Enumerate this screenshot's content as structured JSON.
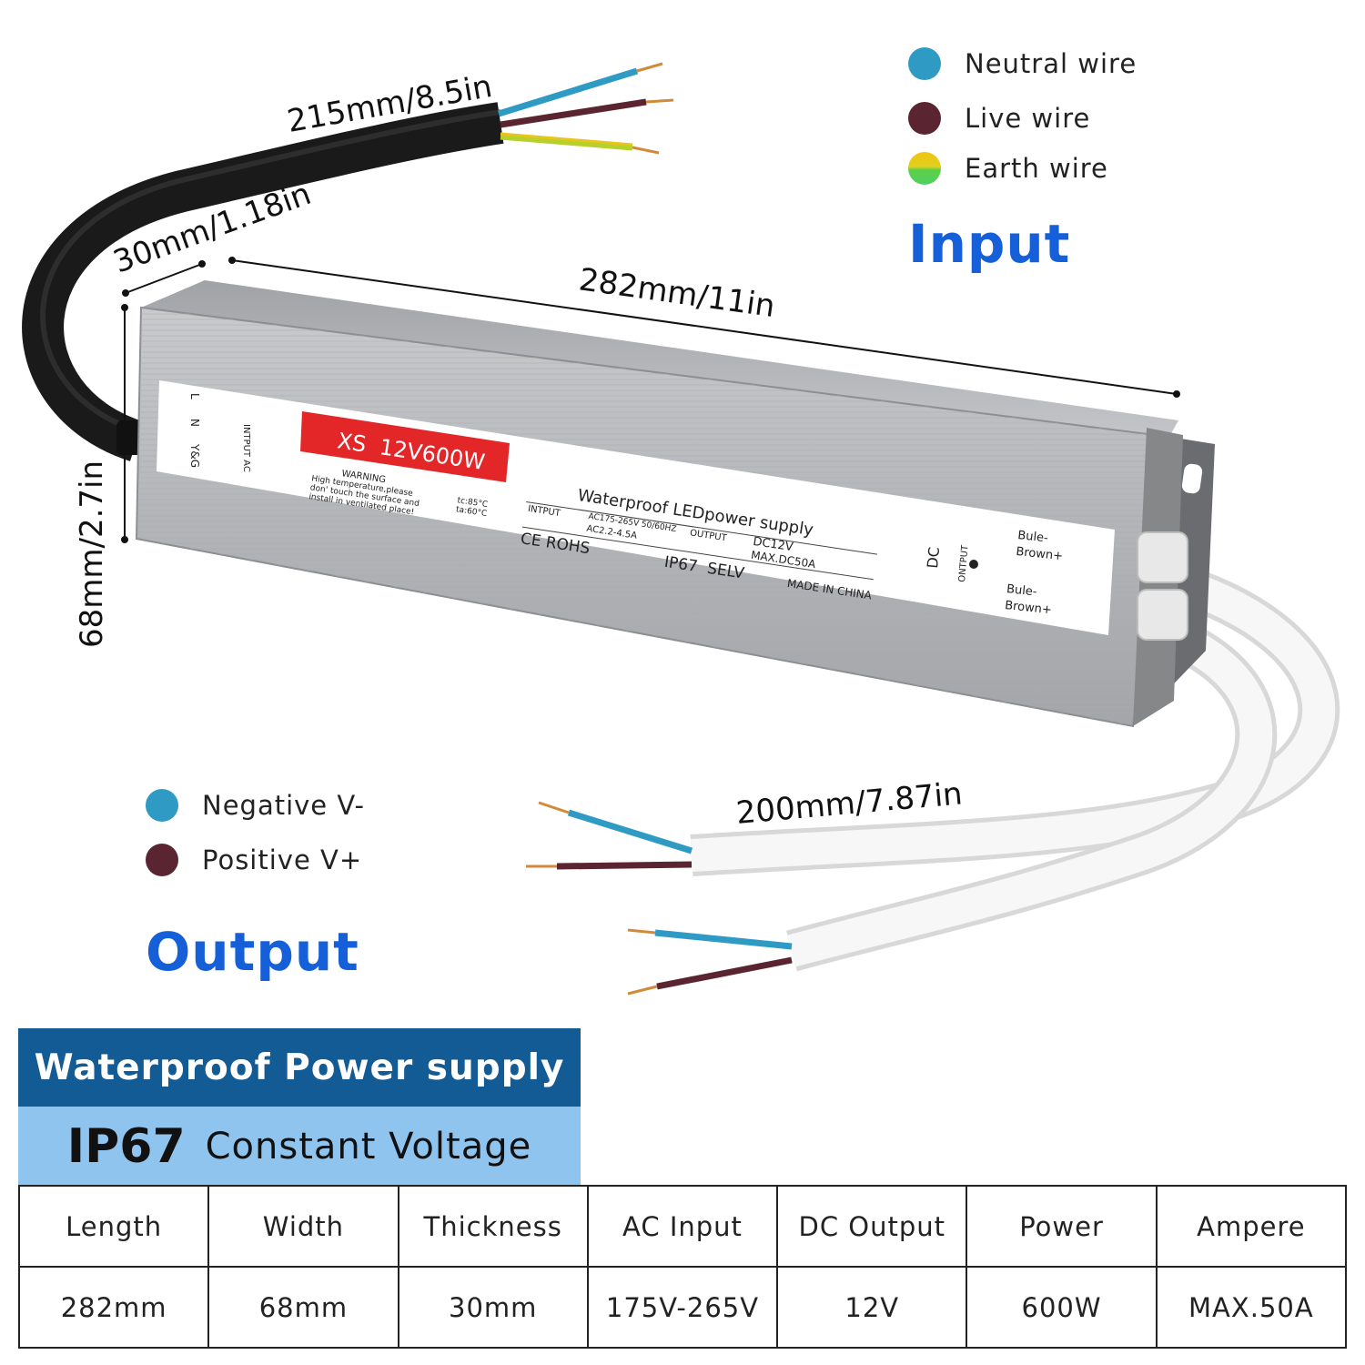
{
  "input_legend": {
    "title": "Input",
    "items": [
      {
        "label": "Neutral wire",
        "color": "#2f9bc4"
      },
      {
        "label": "Live wire",
        "color": "#5a2430"
      },
      {
        "label": "Earth wire",
        "color": "#d8d21c"
      }
    ]
  },
  "output_legend": {
    "title": "Output",
    "items": [
      {
        "label": "Negative V-",
        "color": "#2f9bc4"
      },
      {
        "label": "Positive V+",
        "color": "#5a2430"
      }
    ]
  },
  "dimensions": {
    "input_cable": "215mm/8.5in",
    "thickness": "30mm/1.18in",
    "length": "282mm/11in",
    "width": "68mm/2.7in",
    "output_cable": "200mm/7.87in"
  },
  "device_label": {
    "model": "XS  12V600W",
    "left_terminals": [
      "L",
      "N",
      "Y&G"
    ],
    "input_block": "INTPUT AC",
    "warning_title": "WARNING",
    "warning_text": [
      "High temperature,please",
      "don' touch the surface and",
      "install in ventilated place!"
    ],
    "temps": [
      "tc:85°C",
      "ta:60°C"
    ],
    "product_name": "Waterproof LEDpower supply",
    "input_label": "INTPUT",
    "input_values": [
      "AC175-265V 50/60HZ",
      "AC2.2-4.5A"
    ],
    "output_label": "OUTPUT",
    "output_values": [
      "DC12V",
      "MAX.DC50A"
    ],
    "certs": "CE ROHS",
    "rating": "IP67  SELV",
    "origin": "MADE IN CHINA",
    "dc_label": "DC",
    "output_block": "ONTPUT",
    "right_terminals": [
      "Bule-",
      "Brown+",
      "Bule-",
      "Brown+"
    ]
  },
  "banner": {
    "title": "Waterproof Power supply",
    "rating": "IP67",
    "subtitle": "Constant Voltage"
  },
  "specs": {
    "headers": [
      "Length",
      "Width",
      "Thickness",
      "AC Input",
      "DC Output",
      "Power",
      "Ampere"
    ],
    "values": [
      "282mm",
      "68mm",
      "30mm",
      "175V-265V",
      "12V",
      "600W",
      "MAX.50A"
    ]
  }
}
